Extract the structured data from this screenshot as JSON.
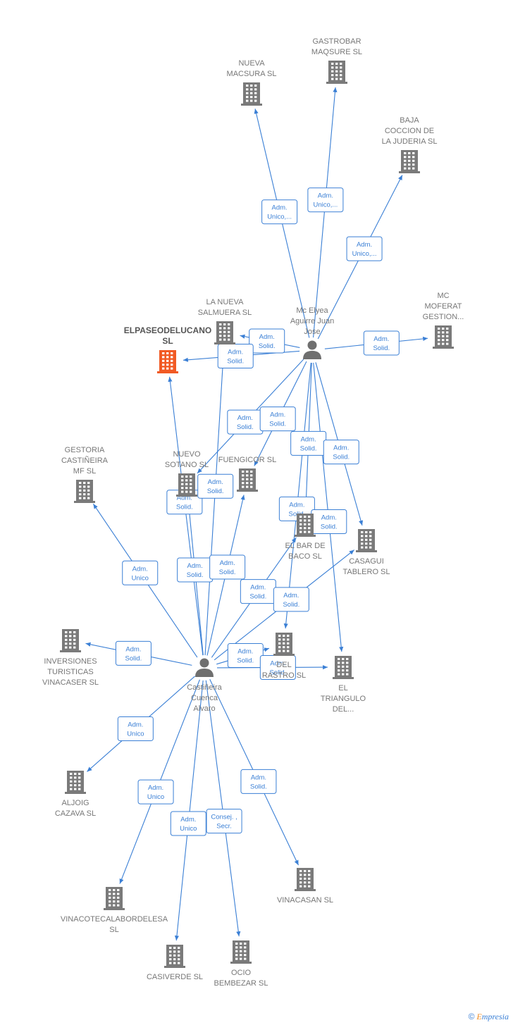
{
  "colors": {
    "edge": "#3a7fd5",
    "building": "#7a7a7a",
    "focus_building": "#f15a24",
    "person": "#6f6f6f",
    "label": "#777777"
  },
  "footer": {
    "copyright": "©",
    "brand_initial": "E",
    "brand_rest": "mpresia"
  },
  "people": [
    {
      "id": "mc",
      "label": [
        "Mc Elyea",
        "Aguirre Juan",
        "Jose"
      ]
    },
    {
      "id": "ca",
      "label": [
        "Castiñeira",
        "Cuenca",
        "Alvaro"
      ]
    }
  ],
  "companies": [
    {
      "id": "nueva_macsura",
      "label": [
        "NUEVA",
        "MACSURA SL"
      ]
    },
    {
      "id": "gastrobar",
      "label": [
        "GASTROBAR",
        "MAQSURE SL"
      ]
    },
    {
      "id": "baja",
      "label": [
        "BAJA",
        "COCCION DE",
        "LA JUDERIA SL"
      ]
    },
    {
      "id": "mc_moferat",
      "label": [
        "MC",
        "MOFERAT",
        "GESTION..."
      ]
    },
    {
      "id": "la_nueva",
      "label": [
        "LA NUEVA",
        "SALMUERA SL"
      ]
    },
    {
      "id": "elpaseo",
      "label": [
        "ELPASEODELUCANO",
        "SL"
      ],
      "focus": true
    },
    {
      "id": "gestoria",
      "label": [
        "GESTORIA",
        "CASTIÑEIRA",
        "MF SL"
      ]
    },
    {
      "id": "nuevo_sotano",
      "label": [
        "NUEVO",
        "SOTANO SL"
      ]
    },
    {
      "id": "fuengicor",
      "label": [
        "FUENGICOR SL"
      ]
    },
    {
      "id": "el_bar",
      "label": [
        "EL BAR DE",
        "BACO SL"
      ]
    },
    {
      "id": "casagui",
      "label": [
        "CASAGUI",
        "TABLERO SL"
      ]
    },
    {
      "id": "inversiones",
      "label": [
        "INVERSIONES",
        "TURISTICAS",
        "VINACASER SL"
      ]
    },
    {
      "id": "rastro",
      "label": [
        "DEL",
        "RASTRO SL"
      ]
    },
    {
      "id": "triangulo",
      "label": [
        "EL",
        "TRIANGULO",
        "DEL..."
      ]
    },
    {
      "id": "aljoig",
      "label": [
        "ALJOIG",
        "CAZAVA SL"
      ]
    },
    {
      "id": "vinacasan",
      "label": [
        "VINACASAN SL"
      ]
    },
    {
      "id": "vinacoteca",
      "label": [
        "VINACOTECALABORDELESA",
        "SL"
      ]
    },
    {
      "id": "casiverde",
      "label": [
        "CASIVERDE SL"
      ]
    },
    {
      "id": "ocio",
      "label": [
        "OCIO",
        "BEMBEZAR SL"
      ]
    }
  ],
  "edges": [
    {
      "from": "mc",
      "to": "nueva_macsura",
      "label": [
        "Adm.",
        "Unico,..."
      ]
    },
    {
      "from": "mc",
      "to": "gastrobar",
      "label": [
        "Adm.",
        "Unico,..."
      ]
    },
    {
      "from": "mc",
      "to": "baja",
      "label": [
        "Adm.",
        "Unico,..."
      ]
    },
    {
      "from": "mc",
      "to": "mc_moferat",
      "label": [
        "Adm.",
        "Solid."
      ]
    },
    {
      "from": "mc",
      "to": "la_nueva",
      "label": [
        "Adm.",
        "Solid."
      ]
    },
    {
      "from": "mc",
      "to": "elpaseo",
      "label": [
        "Adm.",
        "Solid."
      ]
    },
    {
      "from": "mc",
      "to": "nuevo_sotano",
      "label": [
        "Adm.",
        "Solid."
      ]
    },
    {
      "from": "mc",
      "to": "fuengicor",
      "label": [
        "Adm.",
        "Solid."
      ]
    },
    {
      "from": "mc",
      "to": "el_bar",
      "label": [
        "Adm.",
        "Solid."
      ]
    },
    {
      "from": "mc",
      "to": "casagui",
      "label": [
        "Adm.",
        "Solid."
      ]
    },
    {
      "from": "mc",
      "to": "rastro",
      "label": [
        "Adm.",
        "Solid."
      ]
    },
    {
      "from": "mc",
      "to": "triangulo",
      "label": [
        "Adm.",
        "Solid."
      ]
    },
    {
      "from": "ca",
      "to": "gestoria",
      "label": [
        "Adm.",
        "Unico"
      ]
    },
    {
      "from": "ca",
      "to": "inversiones",
      "label": [
        "Adm.",
        "Solid."
      ]
    },
    {
      "from": "ca",
      "to": "elpaseo",
      "label": [
        "Adm.",
        "Solid."
      ]
    },
    {
      "from": "ca",
      "to": "nuevo_sotano",
      "label": [
        "Adm.",
        "Solid."
      ]
    },
    {
      "from": "ca",
      "to": "la_nueva",
      "label": [
        "Adm.",
        "Solid."
      ]
    },
    {
      "from": "ca",
      "to": "fuengicor",
      "label": [
        "Adm.",
        "Solid."
      ]
    },
    {
      "from": "ca",
      "to": "el_bar",
      "label": [
        "Adm.",
        "Solid."
      ]
    },
    {
      "from": "ca",
      "to": "casagui",
      "label": [
        "Adm.",
        "Solid."
      ]
    },
    {
      "from": "ca",
      "to": "rastro",
      "label": [
        "Adm.",
        "Solid."
      ]
    },
    {
      "from": "ca",
      "to": "triangulo",
      "label": [
        "Adm.",
        "Solid."
      ]
    },
    {
      "from": "ca",
      "to": "aljoig",
      "label": [
        "Adm.",
        "Unico"
      ]
    },
    {
      "from": "ca",
      "to": "vinacoteca",
      "label": [
        "Adm.",
        "Unico"
      ]
    },
    {
      "from": "ca",
      "to": "casiverde",
      "label": [
        "Adm.",
        "Unico"
      ]
    },
    {
      "from": "ca",
      "to": "ocio",
      "label": [
        "Consej. ,",
        "Secr."
      ]
    },
    {
      "from": "ca",
      "to": "vinacasan",
      "label": [
        "Adm.",
        "Solid."
      ]
    }
  ]
}
